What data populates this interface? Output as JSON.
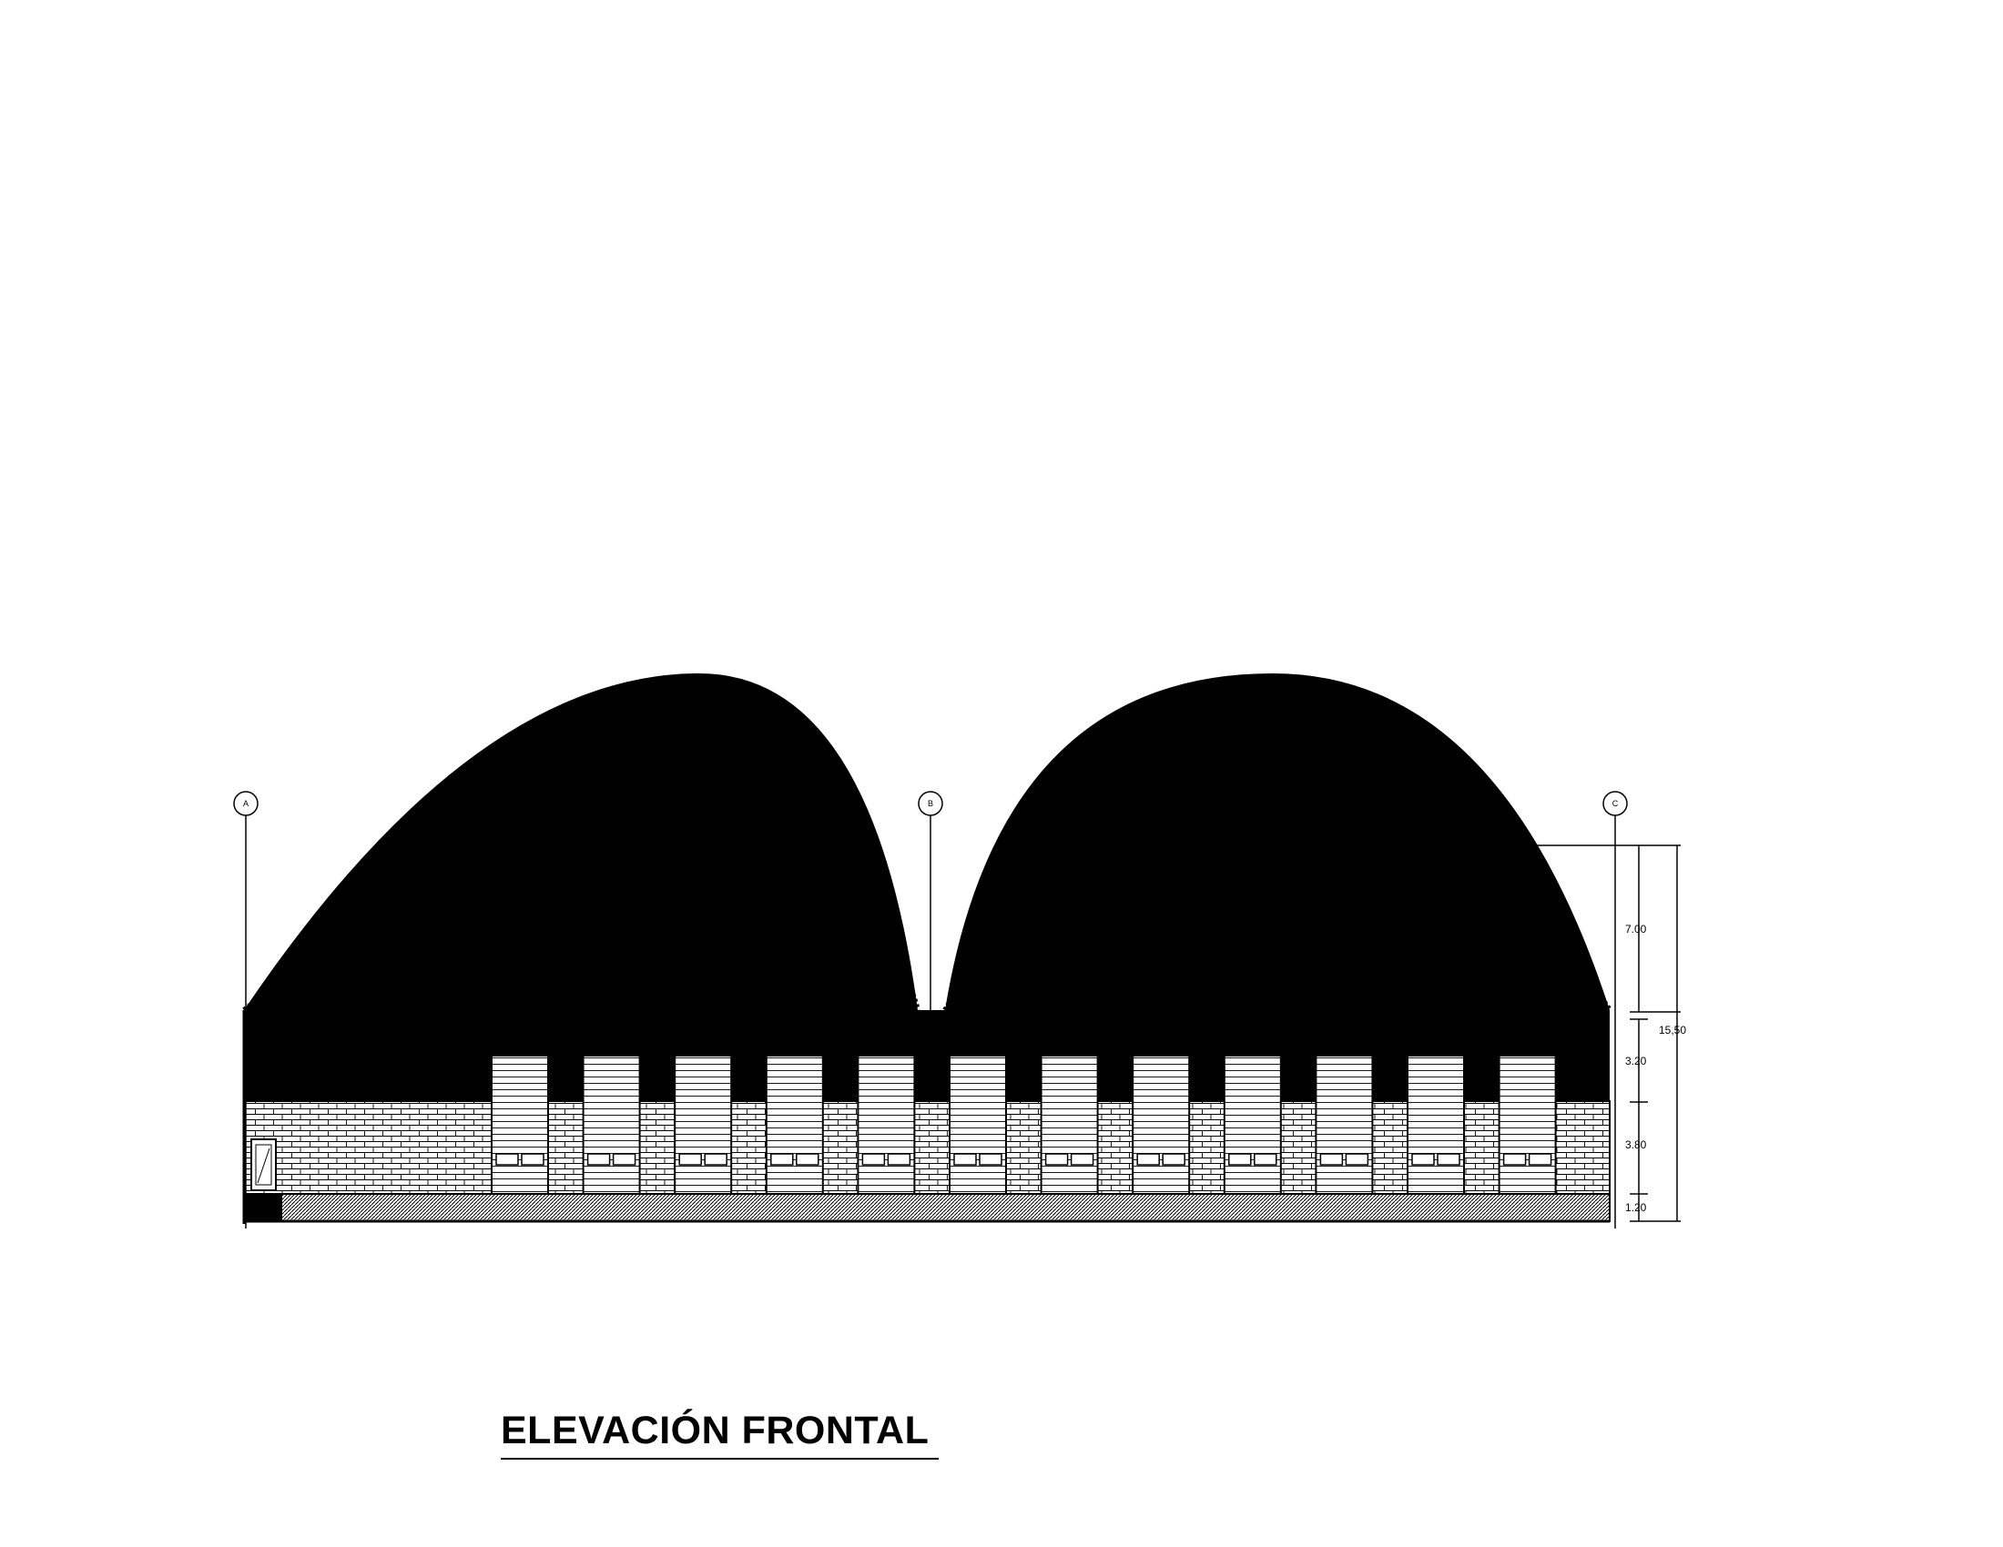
{
  "title": "ELEVACIÓN FRONTAL",
  "grid_axes": [
    "A",
    "B",
    "C"
  ],
  "dimensions": {
    "roof": "7.00",
    "upper_wall": "3.20",
    "lower_wall": "3.80",
    "base": "1.20",
    "total": "15,50"
  },
  "colors": {
    "ink": "#000000",
    "paper": "#ffffff"
  },
  "bays": 12
}
